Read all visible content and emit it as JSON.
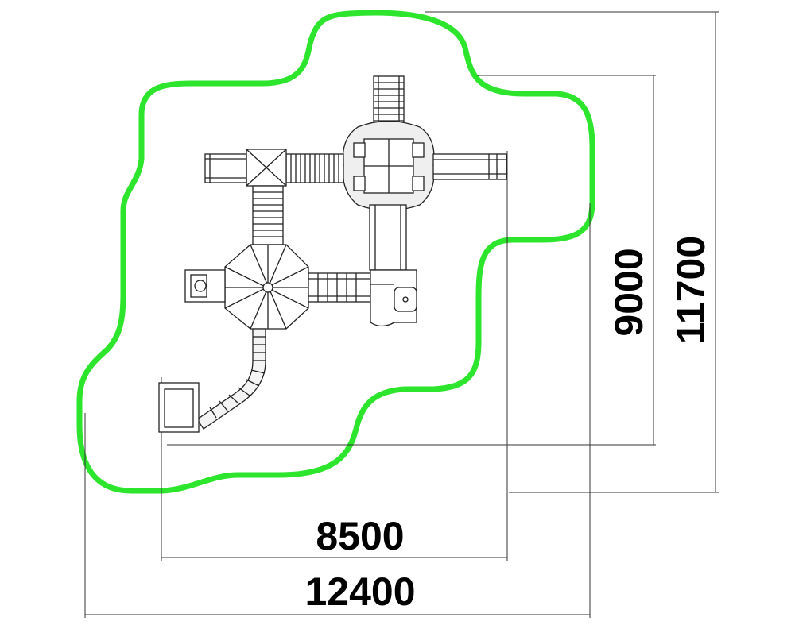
{
  "dimensions": {
    "width_inner": "8500",
    "width_outer": "12400",
    "height_inner": "9000",
    "height_outer": "11700"
  },
  "colors": {
    "safety_zone": "#2ee52e",
    "drawing": "#222222",
    "dimension_lines": "#333333",
    "background": "#ffffff"
  }
}
